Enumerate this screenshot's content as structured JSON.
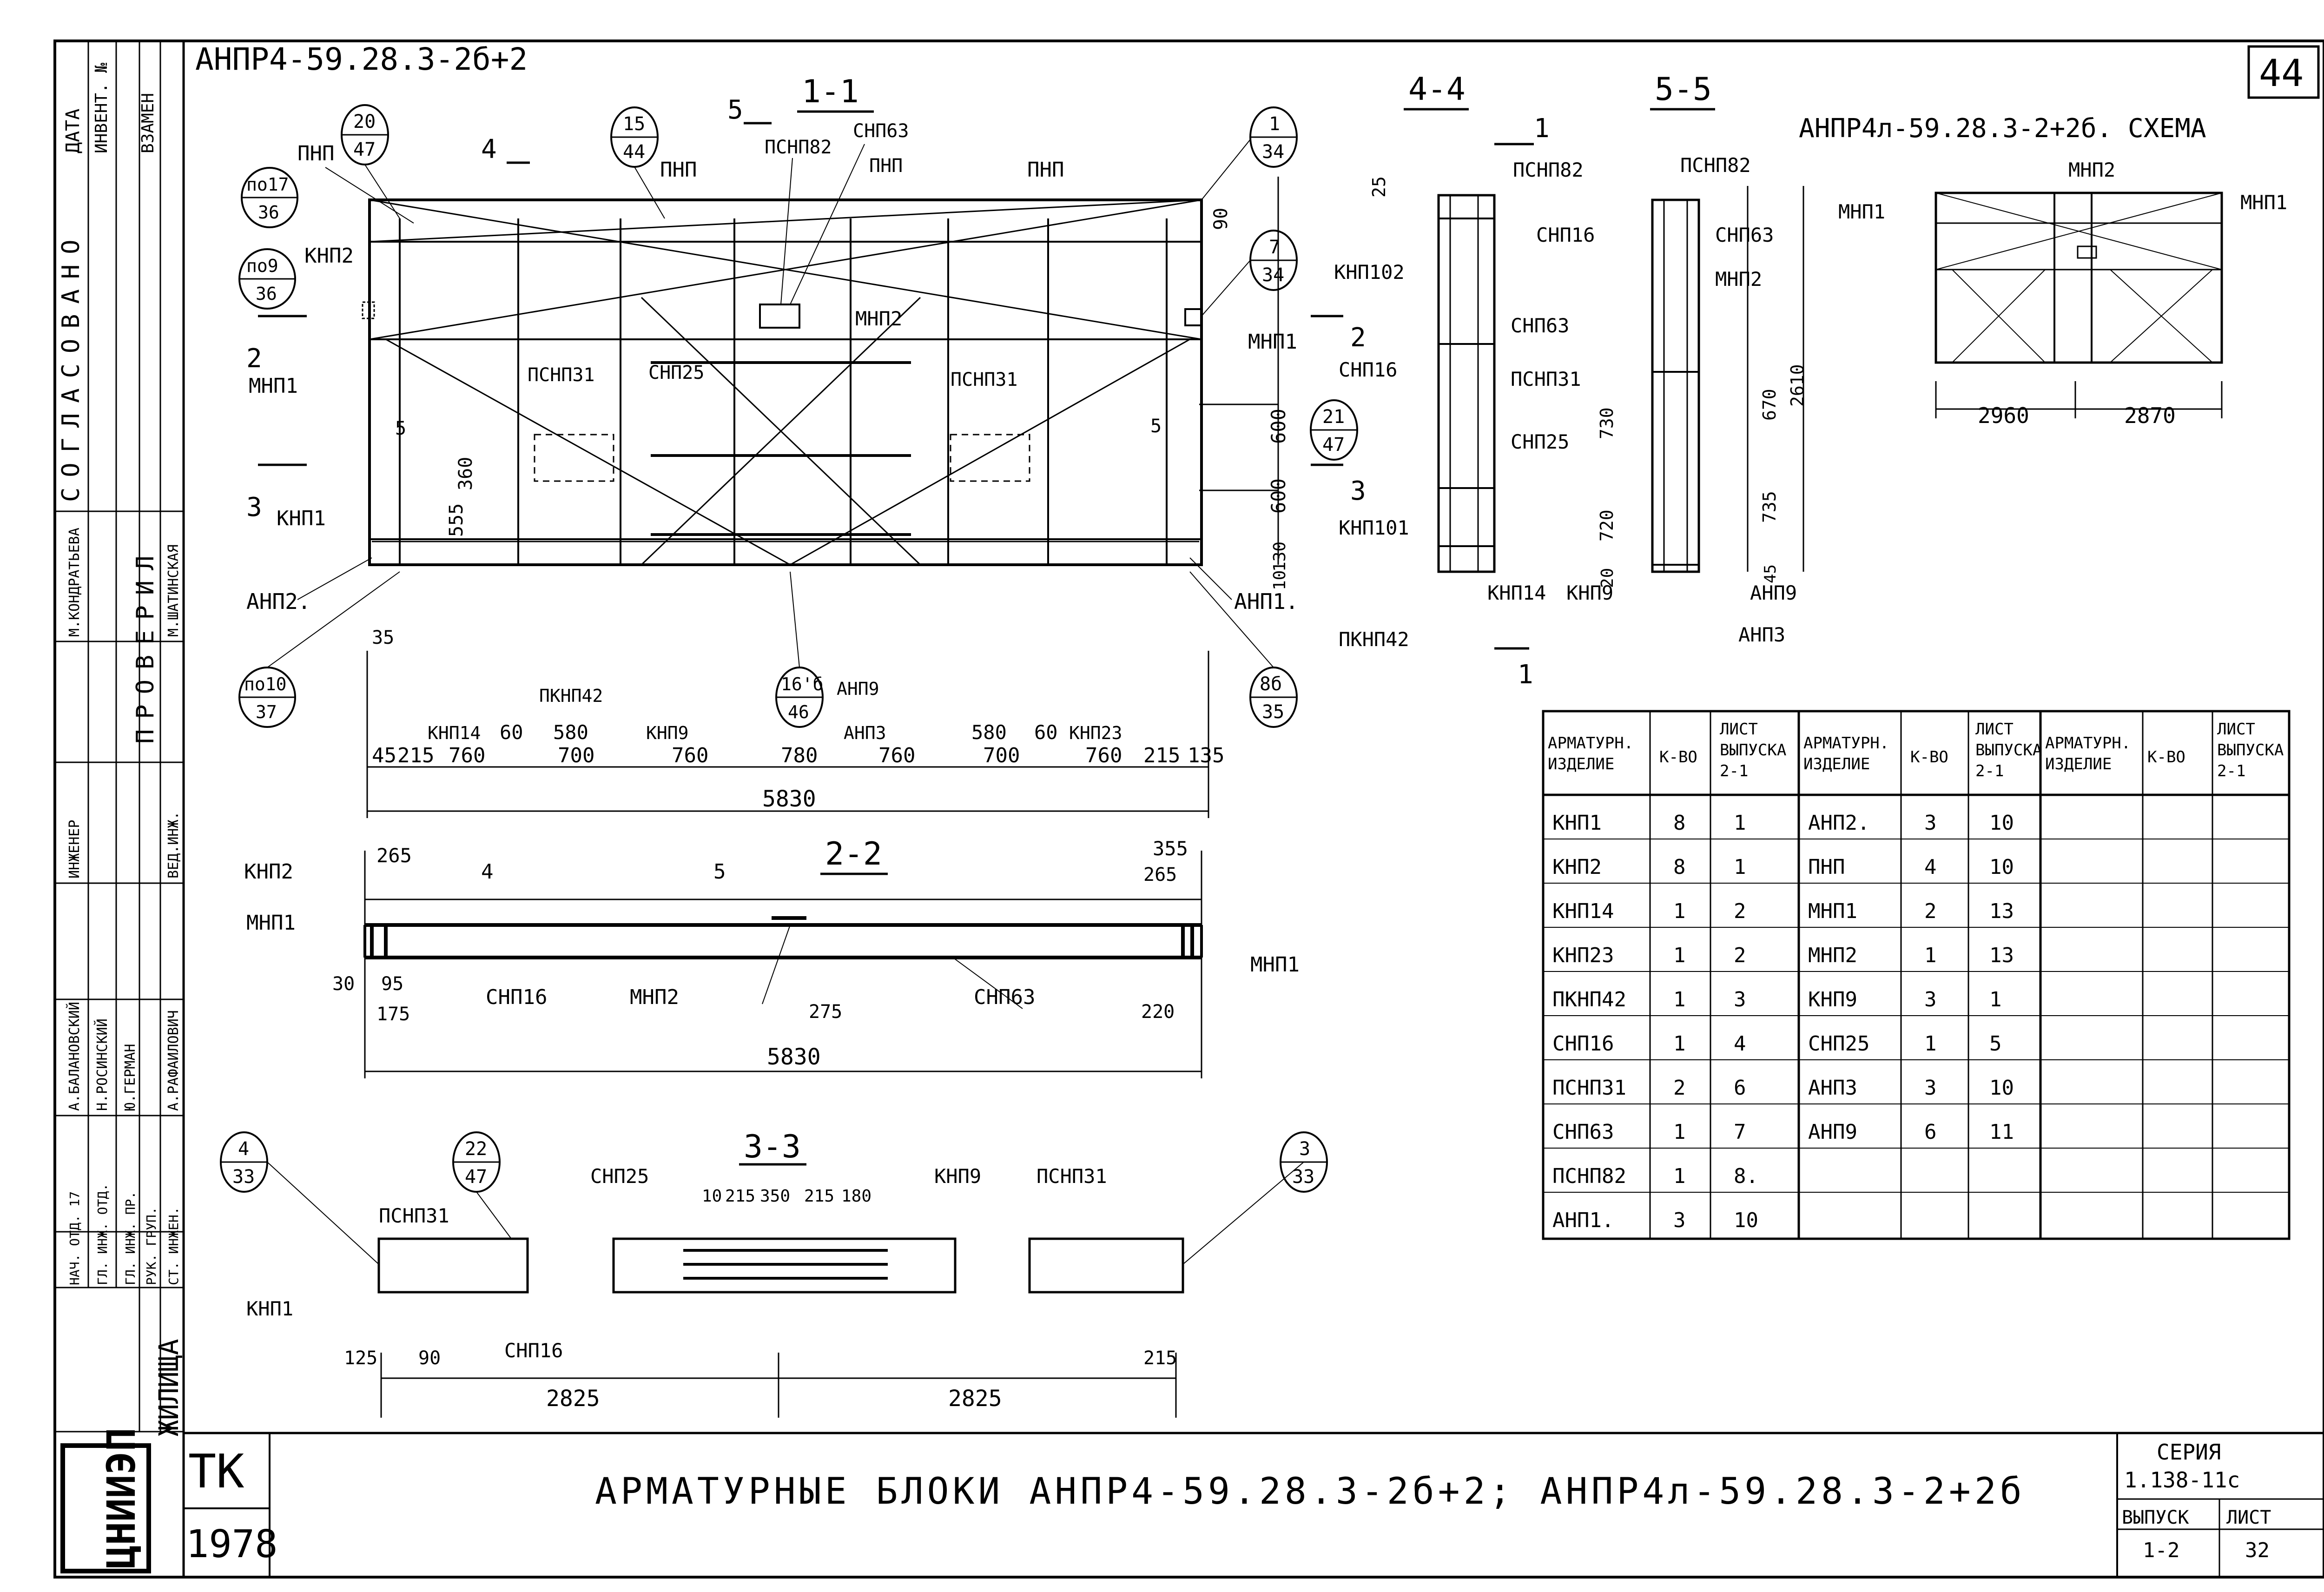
{
  "sheet": {
    "number_corner": "44",
    "top_title": "АНПР4-59.28.3-2б+2",
    "scheme_title": "АНПР4л-59.28.3-2+2б. СХЕМА",
    "main_title": "АРМАТУРНЫЕ БЛОКИ АНПР4-59.28.3-2б+2; АНПР4л-59.28.3-2+2б",
    "stamp_tk": "ТК",
    "stamp_year": "1978",
    "series_label": "СЕРИЯ",
    "series_value": "1.138-11с",
    "vypusk_label": "ВЫПУСК",
    "vypusk_value": "1-2",
    "list_label": "ЛИСТ",
    "list_value": "32",
    "org_logo": "ЦНИИЭП",
    "org_suffix": "ЖИЛИЩА"
  },
  "left_strip": {
    "cols": [
      "ДАТА",
      "ИНВЕНТ. №",
      "ВЗАМЕН"
    ],
    "agreed": "СОГЛАСОВАНО",
    "checked": "ПРОВЕРИЛ",
    "names": [
      "М.КОНДРАТЬЕВА",
      "М.ШАТИНСКАЯ",
      "ИНЖЕНЕР",
      "ВЕД.ИНЖ.",
      "А.БАЛАНОВСКИЙ",
      "Н.РОСИНСКИЙ",
      "Ю.ГЕРМАН",
      "А.РАФАИЛОВИЧ"
    ],
    "roles": [
      "НАЧ. ОТД. 17",
      "ГЛ. ИНЖ. ОТД.",
      "ГЛ. ИНЖ. ПР.",
      "РУК. ГРУП.",
      "СТ. ИНЖЕН."
    ]
  },
  "sections": {
    "s11": "1-1",
    "s22": "2-2",
    "s33": "3-3",
    "s44": "4-4",
    "s55": "5-5"
  },
  "labels": {
    "pnp": "ПНП",
    "knp2": "КНП2",
    "knp1": "КНП1",
    "mnp1": "МНП1",
    "mnp2": "МНП2",
    "anp2": "АНП2.",
    "anp1": "АНП1.",
    "anp3": "АНП3",
    "anp9": "АНП9",
    "psnp31": "ПСНП31",
    "psnp82": "ПСНП82",
    "snp25": "СНП25",
    "snp63": "СНП63",
    "snp16": "СНП16",
    "knp14": "КНП14",
    "knp9": "КНП9",
    "knp23": "КНП23",
    "pknp42": "ПКНП42",
    "knp101": "КНП101",
    "knp102": "КНП102",
    "psnp31b": "ПСНП31",
    "knp1b": "КНП1"
  },
  "callouts": [
    {
      "top": "20",
      "bot": "47"
    },
    {
      "top": "15",
      "bot": "44"
    },
    {
      "top": "1",
      "bot": "34"
    },
    {
      "top": "по17",
      "bot": "36"
    },
    {
      "top": "по9",
      "bot": "36"
    },
    {
      "top": "7",
      "bot": "34"
    },
    {
      "top": "21",
      "bot": "47"
    },
    {
      "top": "по10",
      "bot": "37"
    },
    {
      "top": "16'б",
      "bot": "46"
    },
    {
      "top": "8б",
      "bot": "35"
    },
    {
      "top": "4",
      "bot": "33"
    },
    {
      "top": "22",
      "bot": "47"
    },
    {
      "top": "3",
      "bot": "33"
    }
  ],
  "dims": {
    "bottom_row": [
      "45",
      "215",
      "760",
      "700",
      "760",
      "780",
      "760",
      "700",
      "760",
      "215",
      "135"
    ],
    "upper_row": [
      "60",
      "580",
      "580",
      "60"
    ],
    "total1": "5830",
    "total2": "5830",
    "r1": "90",
    "r2": "600",
    "r3": "600",
    "r4": "130",
    "r5": "10",
    "h360": "360",
    "h555": "555",
    "h5a": "5",
    "h5b": "5",
    "h35": "35",
    "s22_265": "265",
    "s22_355": "355",
    "s22_265b": "265",
    "s22_30": "30",
    "s22_95": "95",
    "s22_175": "175",
    "s22_275": "275",
    "s22_220": "220",
    "s33_top": [
      "10",
      "215",
      "350",
      "215",
      "180"
    ],
    "s33_125": "125",
    "s33_90": "90",
    "s33_215": "215",
    "s33_2825a": "2825",
    "s33_2825b": "2825",
    "s44_25": "25",
    "s55_730": "730",
    "s55_720": "720",
    "s55_20": "20",
    "s55_670": "670",
    "s55_2610": "2610",
    "s55_735": "735",
    "s55_45": "45",
    "scheme_2960": "2960",
    "scheme_2870": "2870"
  },
  "table": {
    "headers": [
      "АРМАТУРН. ИЗДЕЛИЕ",
      "К-ВО",
      "ЛИСТ ВЫПУСКА 2-1",
      "АРМАТУРН. ИЗДЕЛИЕ",
      "К-ВО",
      "ЛИСТ ВЫПУСКА 2-1",
      "АРМАТУРН. ИЗДЕЛИЕ",
      "К-ВО",
      "ЛИСТ ВЫПУСКА 2-1"
    ],
    "rows": [
      [
        "КНП1",
        "8",
        "1",
        "АНП2.",
        "3",
        "10",
        "",
        "",
        ""
      ],
      [
        "КНП2",
        "8",
        "1",
        "ПНП",
        "4",
        "10",
        "",
        "",
        ""
      ],
      [
        "КНП14",
        "1",
        "2",
        "МНП1",
        "2",
        "13",
        "",
        "",
        ""
      ],
      [
        "КНП23",
        "1",
        "2",
        "МНП2",
        "1",
        "13",
        "",
        "",
        ""
      ],
      [
        "ПКНП42",
        "1",
        "3",
        "КНП9",
        "3",
        "1",
        "",
        "",
        ""
      ],
      [
        "СНП16",
        "1",
        "4",
        "СНП25",
        "1",
        "5",
        "",
        "",
        ""
      ],
      [
        "ПСНП31",
        "2",
        "6",
        "АНП3",
        "3",
        "10",
        "",
        "",
        ""
      ],
      [
        "СНП63",
        "1",
        "7",
        "АНП9",
        "6",
        "11",
        "",
        "",
        ""
      ],
      [
        "ПСНП82",
        "1",
        "8.",
        "",
        "",
        "",
        "",
        "",
        ""
      ],
      [
        "АНП1.",
        "3",
        "10",
        "",
        "",
        "",
        "",
        "",
        ""
      ]
    ]
  },
  "marks": {
    "cut2": "2",
    "cut3": "3",
    "cut4": "4",
    "cut5": "5",
    "cut1": "1"
  }
}
